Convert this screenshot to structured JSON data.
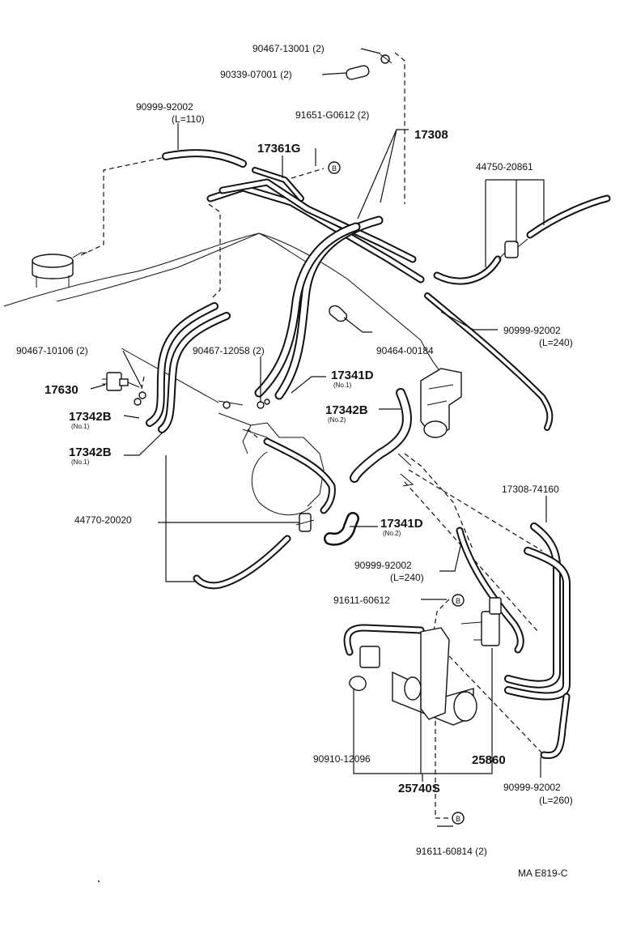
{
  "labels": {
    "p90467_13001": "90467-13001 (2)",
    "p90339_07001": "90339-07001 (2)",
    "p90999_92002_a": "90999-92002",
    "p90999_92002_a_len": "(L=110)",
    "p91651_g0612": "91651-G0612 (2)",
    "p17308": "17308",
    "p17361g": "17361G",
    "p44750_20861": "44750-20861",
    "p90999_92002_b": "90999-92002",
    "p90999_92002_b_len": "(L=240)",
    "p90467_10106": "90467-10106 (2)",
    "p90467_12058": "90467-12058 (2)",
    "p90464_00184": "90464-00184",
    "p17341d_a": "17341D",
    "p17341d_a_sub": "(No.1)",
    "p17630": "17630",
    "p17342b_a": "17342B",
    "p17342b_a_sub": "(No.1)",
    "p17342b_b": "17342B",
    "p17342b_b_sub": "(No.1)",
    "p17342b_c": "17342B",
    "p17342b_c_sub": "(No.2)",
    "p17308_74160": "17308-74160",
    "p44770_20020": "44770-20020",
    "p17341d_b": "17341D",
    "p17341d_b_sub": "(No.2)",
    "p90999_92002_c": "90999-92002",
    "p90999_92002_c_len": "(L=240)",
    "p91611_60612": "91611-60612",
    "p90910_12096": "90910-12096",
    "p25860": "25860",
    "p25740s": "25740S",
    "p90999_92002_d": "90999-92002",
    "p90999_92002_d_len": "(L=260)",
    "p91611_60814": "91611-60814 (2)",
    "ref_code": "MA E819-C"
  },
  "markers": {
    "b1": "B",
    "b2": "B",
    "b3": "B"
  }
}
